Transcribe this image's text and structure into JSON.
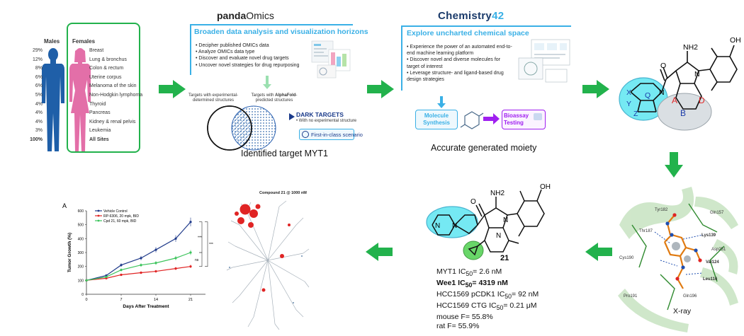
{
  "colors": {
    "accent_green": "#22b24c",
    "blue": "#3ab0e6",
    "male_blue": "#1f5fa8",
    "female_pink": "#e36fa8",
    "purple": "#a020f0",
    "cyan": "#5ee6f2"
  },
  "panel1": {
    "male_header": "Males",
    "female_header": "Females",
    "rows": [
      {
        "pct": "29%",
        "label": "Breast"
      },
      {
        "pct": "12%",
        "label": "Lung & bronchus"
      },
      {
        "pct": "8%",
        "label": "Colon & rectum"
      },
      {
        "pct": "6%",
        "label": "Uterine corpus"
      },
      {
        "pct": "6%",
        "label": "Melanoma of the skin"
      },
      {
        "pct": "5%",
        "label": "Non-Hodgkin lymphoma"
      },
      {
        "pct": "4%",
        "label": "Thyroid"
      },
      {
        "pct": "4%",
        "label": "Pancreas"
      },
      {
        "pct": "4%",
        "label": "Kidney & renal pelvis"
      },
      {
        "pct": "3%",
        "label": "Leukemia"
      },
      {
        "pct": "100%",
        "label": "All Sites"
      }
    ]
  },
  "panel2": {
    "logo_a": "panda",
    "logo_b": "Omics",
    "title": "Broaden data analysis and visualization horizons",
    "bullets": [
      "Decipher published OMICs data",
      "Analyze OMICs data type",
      "Discover and evaluate novel drug targets",
      "Uncover novel strategies for drug repurposing"
    ],
    "venn_left": "Targets with experimental-determined structures",
    "venn_right_a": "Targets with ",
    "venn_right_b": "AlphaFold",
    "venn_right_c": "-predicted structures",
    "dark_targets": "DARK TARGETS",
    "dark_sub": "With no experimental structure",
    "first_in_class": "First-in-class scenario",
    "caption": "Identified target MYT1"
  },
  "panel3": {
    "logo_a": "Chemistry",
    "logo_b": "42",
    "title": "Explore uncharted chemical space",
    "bullets": [
      "Experience the power of an automated end-to-end machine learning platform",
      "Discover novel and diverse molecules for target of interest",
      "Leverage structure- and ligand-based drug design strategies"
    ],
    "synthesis": "Molecule Synthesis",
    "bioassay": "Bioassay Testing",
    "caption": "Accurate generated moiety"
  },
  "panel4": {
    "oh": "OH",
    "nh2": "NH2",
    "o": "O",
    "n": "N",
    "a": "A",
    "b": "B",
    "d": "D",
    "x": "X",
    "y": "Y",
    "z": "Z",
    "q": "Q"
  },
  "panel5": {
    "residues": [
      "Thr187",
      "Gln157",
      "Tyr182",
      "Lys139",
      "Asp251",
      "Cys190",
      "Val124",
      "Leu116",
      "Pro191",
      "Gln196"
    ],
    "caption": "X-ray"
  },
  "panel6": {
    "compound": "21",
    "oh": "OH",
    "nh2": "NH2",
    "o": "O",
    "n": "N",
    "props": [
      {
        "text": "MYT1 IC50= 2.6 nM",
        "bold": false
      },
      {
        "text": "Wee1 IC50= 4319 nM",
        "bold": true
      },
      {
        "text": "HCC1569 pCDK1 IC50= 92 nM",
        "bold": false
      },
      {
        "text": "HCC1569 CTG IC50= 0.21 μM",
        "bold": false
      },
      {
        "text": "mouse F= 55.8%",
        "bold": false
      },
      {
        "text": "rat F= 55.9%",
        "bold": false
      }
    ]
  },
  "panel7": {
    "title": "Compound 21 @ 1000 nM"
  },
  "chart_data": {
    "type": "line",
    "panel_label": "A",
    "xlabel": "Days After Treatment",
    "ylabel": "Tumor Growth (%)",
    "xlim": [
      0,
      24
    ],
    "ylim": [
      0,
      600
    ],
    "xticks": [
      0,
      7,
      14,
      21
    ],
    "yticks": [
      0,
      100,
      200,
      300,
      400,
      500,
      600
    ],
    "legend": "top-left",
    "significance": [
      "***",
      "***",
      "ns"
    ],
    "series": [
      {
        "name": "Vehicle Control",
        "color": "#1f3a8a",
        "x": [
          0,
          4,
          7,
          11,
          14,
          18,
          21
        ],
        "y": [
          100,
          135,
          210,
          260,
          320,
          400,
          520
        ]
      },
      {
        "name": "RP-6306, 20 mpk, BID",
        "color": "#e02424",
        "x": [
          0,
          4,
          7,
          11,
          14,
          18,
          21
        ],
        "y": [
          100,
          115,
          140,
          155,
          165,
          185,
          200
        ]
      },
      {
        "name": "Cpd 21, 60 mpk, BID",
        "color": "#3cc45c",
        "x": [
          0,
          4,
          7,
          11,
          14,
          18,
          21
        ],
        "y": [
          100,
          125,
          175,
          210,
          225,
          260,
          300
        ]
      }
    ]
  }
}
